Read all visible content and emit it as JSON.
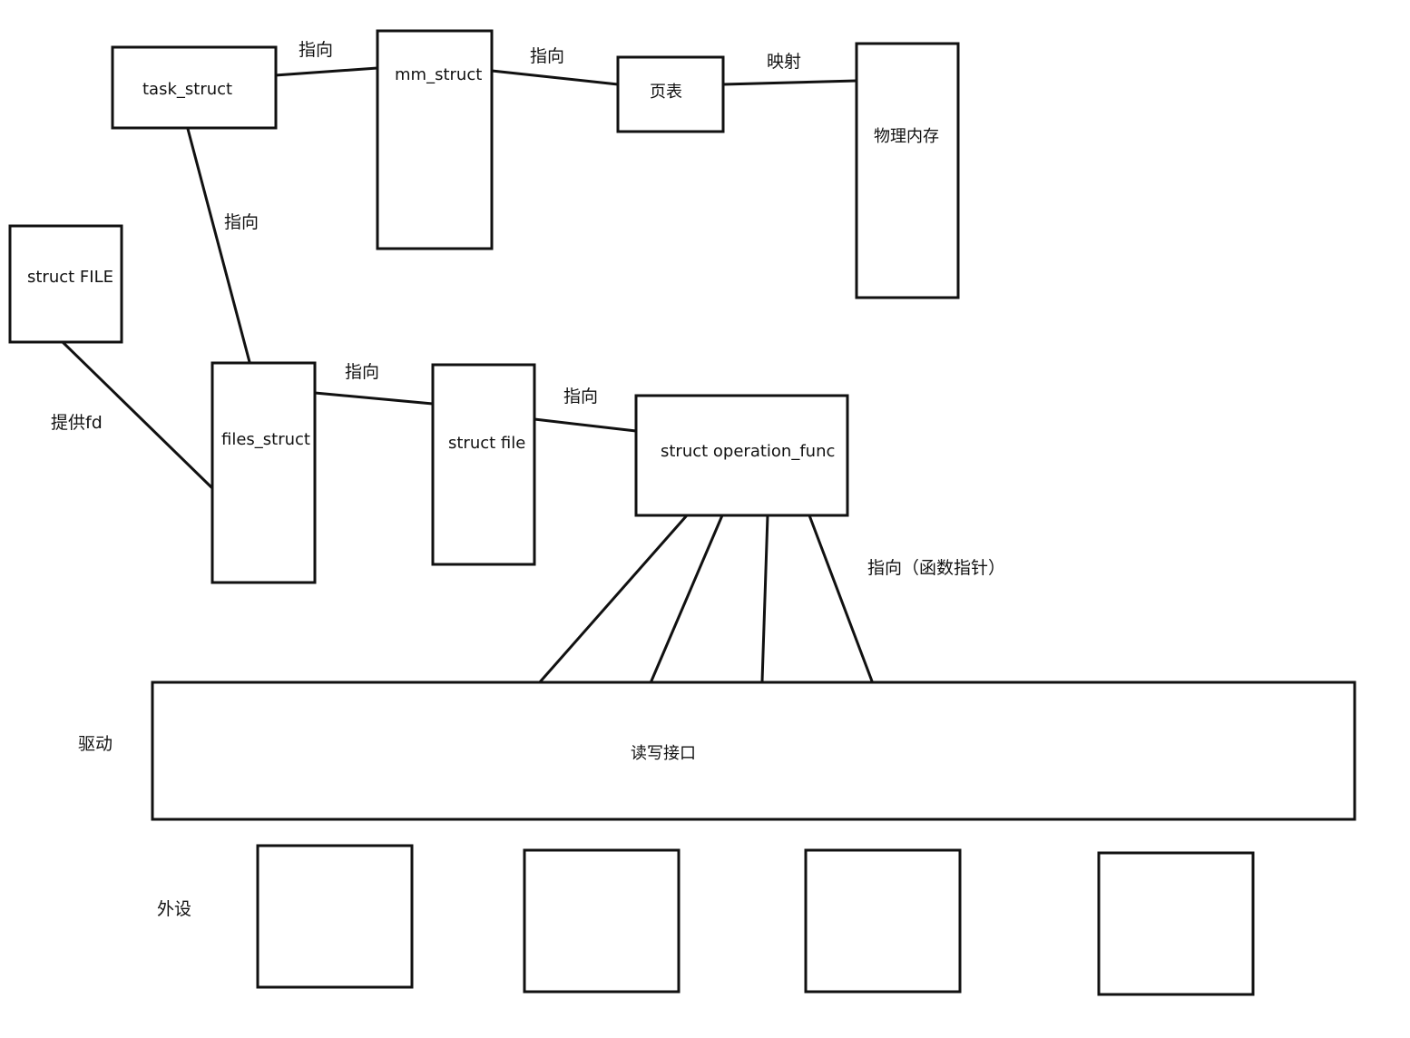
{
  "nodes": {
    "task_struct": "task_struct",
    "mm_struct": "mm_struct",
    "page_table": "页表",
    "physical_memory": "物理内存",
    "struct_FILE": "struct FILE",
    "files_struct": "files_struct",
    "struct_file": "struct file",
    "operation_func": "struct operation_func",
    "rw_interface": "读写接口",
    "peripheral_1": "",
    "peripheral_2": "",
    "peripheral_3": "",
    "peripheral_4": ""
  },
  "edges": {
    "task_to_mm": "指向",
    "mm_to_pagetable": "指向",
    "pagetable_to_physmem": "映射",
    "task_to_files": "指向",
    "FILE_to_files": "提供fd",
    "files_to_file": "指向",
    "file_to_opfunc": "指向",
    "opfunc_to_rw": "指向（函数指针）"
  },
  "layers": {
    "driver": "驱动",
    "peripheral": "外设"
  }
}
